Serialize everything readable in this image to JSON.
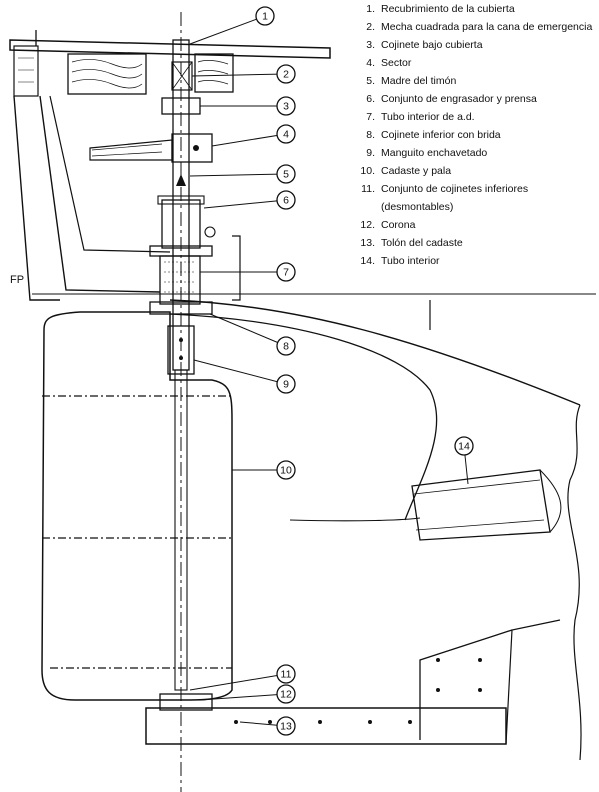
{
  "fp_label": "FP",
  "legend": [
    {
      "num": "1.",
      "text": "Recubrimiento de la cubierta"
    },
    {
      "num": "2.",
      "text": "Mecha cuadrada para la cana de emergencia"
    },
    {
      "num": "3.",
      "text": "Cojinete bajo cubierta"
    },
    {
      "num": "4.",
      "text": "Sector"
    },
    {
      "num": "5.",
      "text": "Madre del timón"
    },
    {
      "num": "6.",
      "text": "Conjunto de engrasador y prensa"
    },
    {
      "num": "7.",
      "text": "Tubo interior de a.d."
    },
    {
      "num": "8.",
      "text": "Cojinete inferior con brida"
    },
    {
      "num": "9.",
      "text": "Manguito enchavetado"
    },
    {
      "num": "10.",
      "text": "Cadaste y pala"
    },
    {
      "num": "11.",
      "text": "Conjunto de cojinetes inferiores (desmontables)"
    },
    {
      "num": "12.",
      "text": "Corona"
    },
    {
      "num": "13.",
      "text": "Tolón del cadaste"
    },
    {
      "num": "14.",
      "text": "Tubo interior"
    }
  ],
  "callouts": [
    "1",
    "2",
    "3",
    "4",
    "5",
    "6",
    "7",
    "8",
    "9",
    "10",
    "11",
    "12",
    "13",
    "14"
  ]
}
